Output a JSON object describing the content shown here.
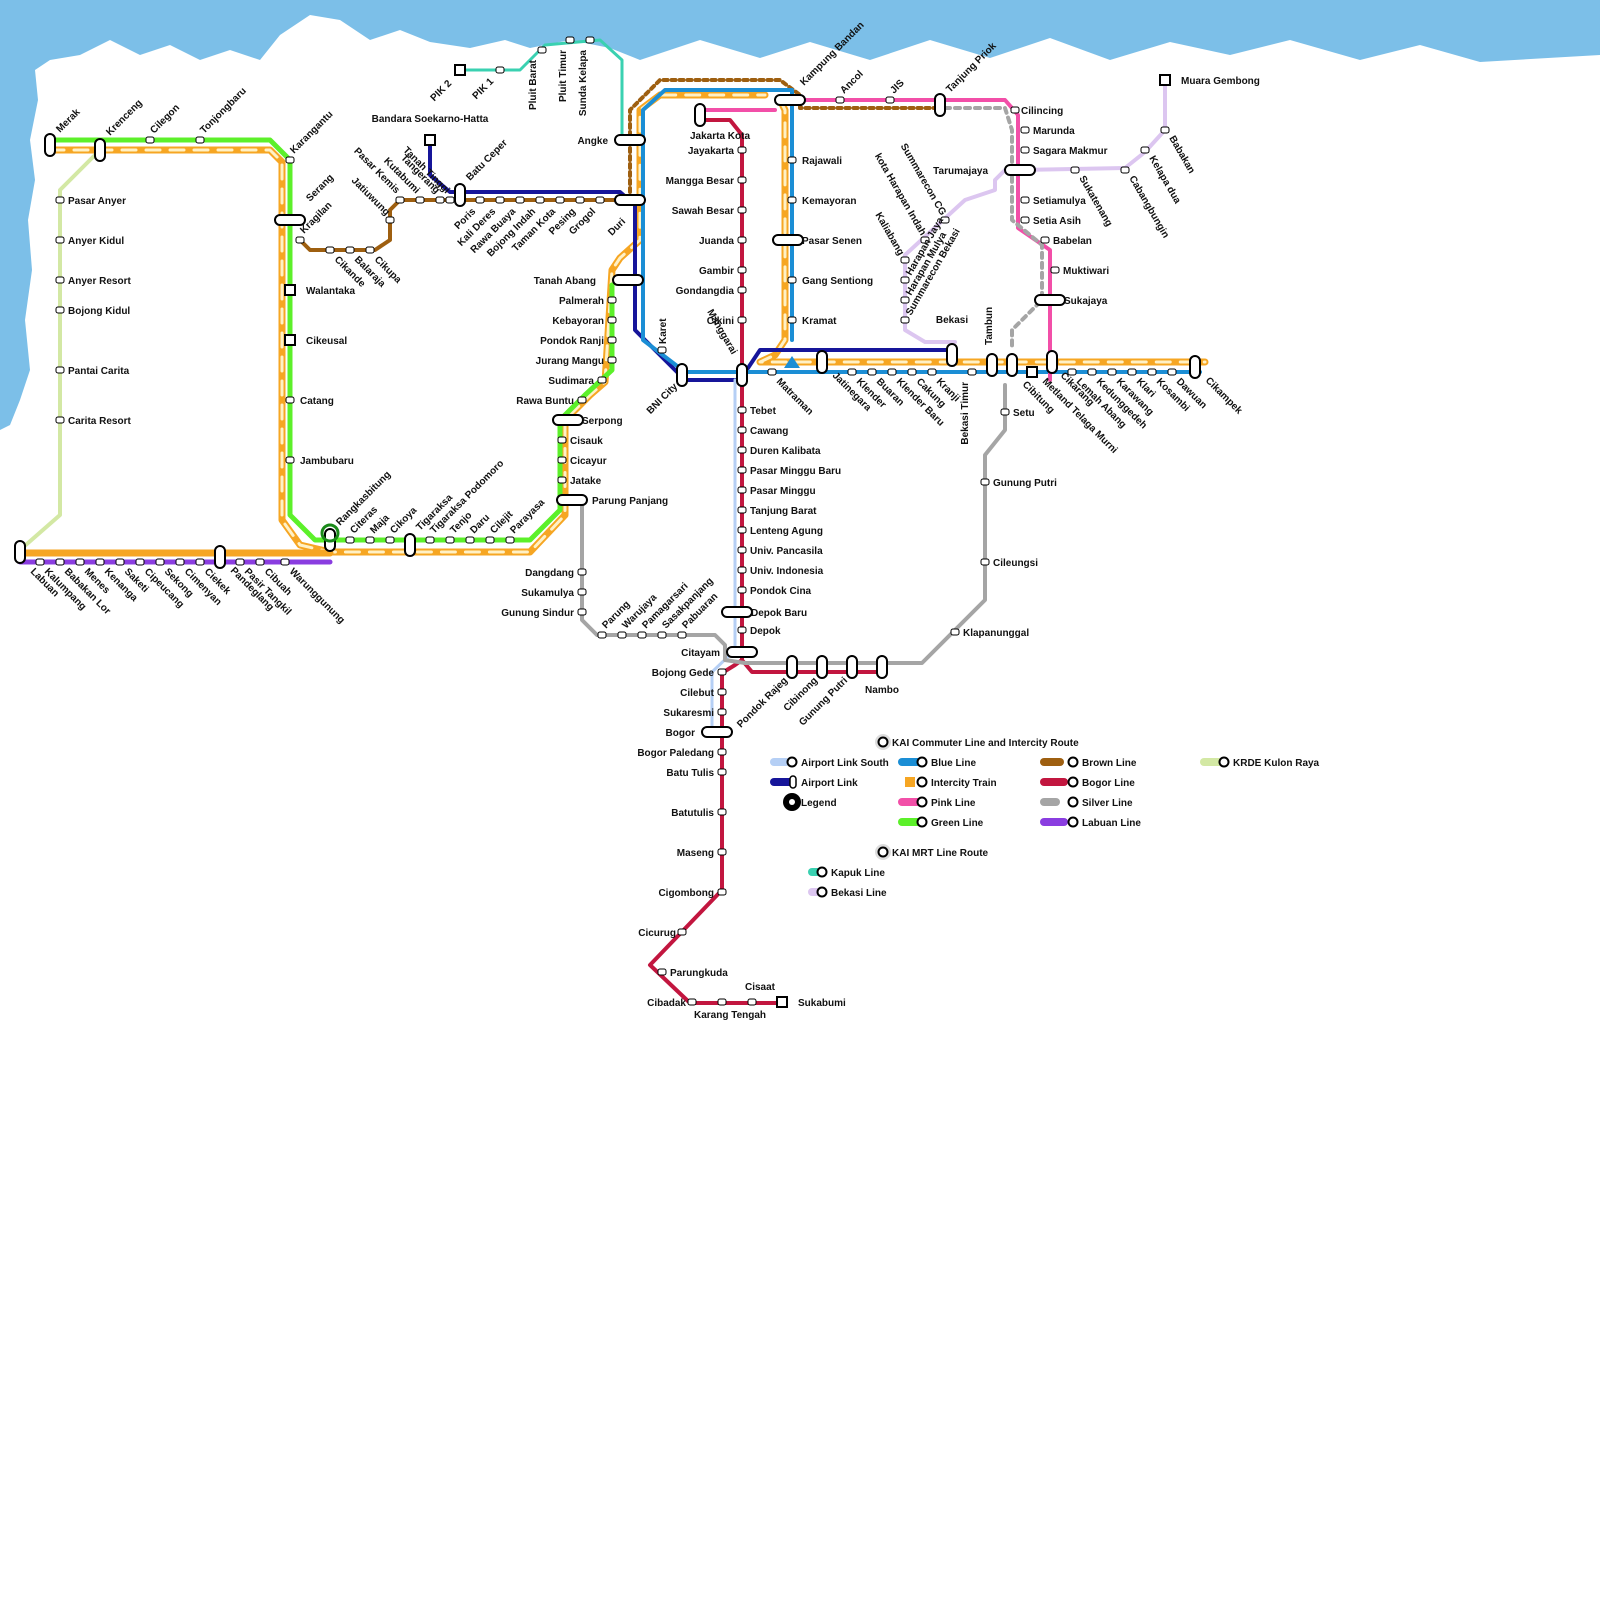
{
  "colors": {
    "sea": "#7cbfe8",
    "green": "#5cf02a",
    "intercity": "#f6a623",
    "intercity_inner": "#fff1c6",
    "airport_link": "#16159a",
    "airport_link_south": "#b5cff5",
    "blue": "#1b8ed5",
    "bogor": "#c2163f",
    "pink": "#f24fa8",
    "silver": "#a5a5a5",
    "brown": "#9e5f10",
    "labuan": "#8a3de0",
    "krde": "#d3e8a4",
    "kapuk": "#3ad1b1",
    "bekasi": "#dcc6f0"
  },
  "stations": {
    "merak": "Merak",
    "krenceng": "Krenceng",
    "cilegon": "Cilegon",
    "tonjongbaru": "Tonjongbaru",
    "karangantu": "Karangantu",
    "serang": "Serang",
    "walantaka": "Walantaka",
    "cikeusal": "Cikeusal",
    "catang": "Catang",
    "jambubaru": "Jambubaru",
    "rangkasbitung": "Rangkasbitung",
    "pasar_anyer": "Pasar Anyer",
    "anyer_kidul": "Anyer Kidul",
    "anyer_resort": "Anyer Resort",
    "bojong_kidul": "Bojong Kidul",
    "pantai_carita": "Pantai Carita",
    "carita_resort": "Carita Resort",
    "kragilan": "Kragilan",
    "cikande": "Cikande",
    "balaraja": "Balaraja",
    "cikupa": "Cikupa",
    "jatiuwung": "Jatiuwung",
    "pasar_kemis": "Pasar Kemis",
    "kutabumi": "Kutabumi",
    "tangerang": "Tangerang",
    "tanah_tinggi": "Tanah Tinggi",
    "batu_ceper": "Batu Ceper",
    "bandara": "Bandara Soekarno-Hatta",
    "poris": "Poris",
    "kali_deres": "Kali Deres",
    "rawa_buaya": "Rawa Buaya",
    "bojong_indah": "Bojong Indah",
    "taman_kota": "Taman Kota",
    "pesing": "Pesing",
    "grogol": "Grogol",
    "duri": "Duri",
    "angke": "Angke",
    "pik2": "PIK 2",
    "pik1": "PIK 1",
    "pluit_barat": "Pluit Barat",
    "pluit_timur": "Pluit Timur",
    "sunda_kelapa": "Sunda Kelapa",
    "kampung_bandan": "Kampung Bandan",
    "ancol": "Ancol",
    "jis": "JIS",
    "tanjung_priok": "Tanjung Priok",
    "jakarta_kota": "Jakarta Kota",
    "jayakarta": "Jayakarta",
    "mangga_besar": "Mangga Besar",
    "sawah_besar": "Sawah Besar",
    "juanda": "Juanda",
    "gambir": "Gambir",
    "gondangdia": "Gondangdia",
    "cikini": "Cikini",
    "manggarai": "Manggarai",
    "rajawali": "Rajawali",
    "kemayoran": "Kemayoran",
    "pasar_senen": "Pasar Senen",
    "gang_sentiong": "Gang Sentiong",
    "kramat": "Kramat",
    "tanah_abang": "Tanah Abang",
    "palmerah": "Palmerah",
    "kebayoran": "Kebayoran",
    "pondok_ranji": "Pondok Ranji",
    "jurang_mangu": "Jurang Mangu",
    "sudimara": "Sudimara",
    "rawa_buntu": "Rawa Buntu",
    "serpong": "Serpong",
    "cisauk": "Cisauk",
    "cicayur": "Cicayur",
    "jatake": "Jatake",
    "parung_panjang": "Parung Panjang",
    "karet": "Karet",
    "bni_city": "BNI City",
    "matraman": "Matraman",
    "jatinegara": "Jatinegara",
    "klender": "Klender",
    "buaran": "Buaran",
    "klender_baru": "Klender Baru",
    "cakung": "Cakung",
    "kranji": "Kranji",
    "bekasi": "Bekasi",
    "bekasi_timur": "Bekasi Timur",
    "tambun": "Tambun",
    "cibitung": "Cibitung",
    "metland": "Metland Telaga Murni",
    "cikarang": "Cikarang",
    "lemah_abang": "Lemah Abang",
    "kedunggedeh": "Kedunggedeh",
    "karawang": "Karawang",
    "klari": "Klari",
    "kosambi": "Kosambi",
    "dawuan": "Dawuan",
    "cikampek": "Cikampek",
    "cilincing": "Cilincing",
    "marunda": "Marunda",
    "sagara_makmur": "Sagara Makmur",
    "tarumajaya": "Tarumajaya",
    "setiamulya": "Setiamulya",
    "setia_asih": "Setia Asih",
    "babelan": "Babelan",
    "muktiwari": "Muktiwari",
    "sukajaya": "Sukajaya",
    "muara_gembong": "Muara Gembong",
    "babakan": "Babakan",
    "kelapa_dua": "Kelapa dua",
    "cabangbungin": "Cabangbungin",
    "sukatenang": "Sukatenang",
    "summarecon_cg": "Summarecon CG",
    "kota_harapan_indah": "kota Harapan Indah",
    "kaliabang": "Kaliabang",
    "harapan_jaya": "Harapan Jaya",
    "harapan_mulya": "Harapan Mulya",
    "summarecon_bekasi": "Summarecon Bekasi",
    "tebet": "Tebet",
    "cawang": "Cawang",
    "duren_kalibata": "Duren Kalibata",
    "pasar_minggu_baru": "Pasar Minggu Baru",
    "pasar_minggu": "Pasar Minggu",
    "tanjung_barat": "Tanjung Barat",
    "lenteng_agung": "Lenteng Agung",
    "univ_pancasila": "Univ. Pancasila",
    "univ_indonesia": "Univ. Indonesia",
    "pondok_cina": "Pondok Cina",
    "depok_baru": "Depok Baru",
    "depok": "Depok",
    "citayam": "Citayam",
    "bojong_gede": "Bojong Gede",
    "cilebut": "Cilebut",
    "sukaresmi": "Sukaresmi",
    "bogor": "Bogor",
    "bogor_paledang": "Bogor Paledang",
    "batu_tulis": "Batu Tulis",
    "batutulis": "Batutulis",
    "maseng": "Maseng",
    "cigombong": "Cigombong",
    "cicurug": "Cicurug",
    "parungkuda": "Parungkuda",
    "cibadak": "Cibadak",
    "karang_tengah": "Karang Tengah",
    "cisaat": "Cisaat",
    "sukabumi": "Sukabumi",
    "pondok_rajeg": "Pondok Rajeg",
    "cibinong": "Cibinong",
    "gunung_putri_b": "Gunung Putri",
    "nambo": "Nambo",
    "klapanunggal": "Klapanunggal",
    "cileungsi": "Cileungsi",
    "gunung_putri": "Gunung Putri",
    "setu": "Setu",
    "dangdang": "Dangdang",
    "sukamulya": "Sukamulya",
    "gunung_sindur": "Gunung Sindur",
    "parung": "Parung",
    "warujaya": "Warujaya",
    "pamagarsari": "Pamagarsari",
    "sasakpanjang": "Sasakpanjang",
    "pabuaran": "Pabuaran",
    "citeras": "Citeras",
    "maja": "Maja",
    "cikoya": "Cikoya",
    "tigaraksa": "Tigaraksa",
    "tigaraksa_podomoro": "Tigaraksa Podomoro",
    "tenjo": "Tenjo",
    "daru": "Daru",
    "cilejit": "Cilejit",
    "parayasa": "Parayasa",
    "labuan": "Labuan",
    "kalumpang": "Kalumpang",
    "babakan_lor": "Babakan Lor",
    "menes": "Menes",
    "kenanga": "Kenanga",
    "saketi": "Saketi",
    "cipeucang": "Cipeucang",
    "sekong": "Sekong",
    "cimenyan": "Cimenyan",
    "ciekek": "Ciekek",
    "pandeglang": "Pandeglang",
    "pasir_tangkil": "Pasir Tangkil",
    "cibuah": "Cibuah",
    "warunggunung": "Warunggunung"
  },
  "legend": {
    "kai_header": "KAI Commuter Line and Intercity Route",
    "mrt_header": "KAI MRT Line  Route",
    "airport_link_south": "Airport Link South",
    "airport_link": "Airport Link",
    "legend": "Legend",
    "blue_line": "Blue Line",
    "intercity_train": "Intercity Train",
    "pink_line": "Pink Line",
    "green_line": "Green Line",
    "brown_line": "Brown Line",
    "bogor_line": "Bogor Line",
    "silver_line": "Silver Line",
    "labuan_line": "Labuan Line",
    "krde": "KRDE Kulon Raya",
    "kapuk_line": "Kapuk Line",
    "bekasi_line": "Bekasi Line"
  }
}
